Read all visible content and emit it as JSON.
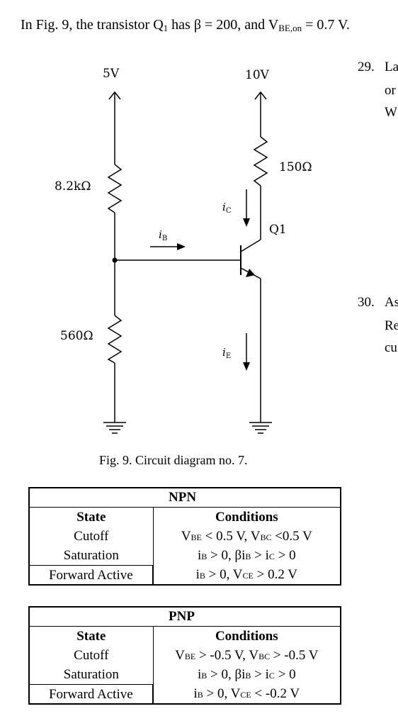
{
  "intro": {
    "text_a": "In Fig. 9, the transistor Q",
    "sub_1": "1",
    "text_b": " has β = 200, and V",
    "sub_be_on": "BE,on",
    "text_c": " = 0.7 V."
  },
  "side_items": [
    {
      "number": "29.",
      "lines": [
        "La",
        "or",
        "W"
      ]
    },
    {
      "number": "30.",
      "lines": [
        "As",
        "Re",
        "cu"
      ]
    }
  ],
  "circuit": {
    "supply_left": "5V",
    "supply_right": "10V",
    "r1": "8.2kΩ",
    "r2": "560Ω",
    "rc": "150Ω",
    "transistor": "Q1",
    "current_b": "i",
    "current_b_sub": "B",
    "current_c": "i",
    "current_c_sub": "C",
    "current_e": "i",
    "current_e_sub": "E"
  },
  "caption": "Fig. 9. Circuit diagram no. 7.",
  "tables": [
    {
      "title": "NPN",
      "head": {
        "state": "State",
        "conditions": "Conditions"
      },
      "rows": [
        {
          "state": "Cutoff",
          "conditions": "V_BE < 0.5 V, V_BC <0.5 V"
        },
        {
          "state": "Saturation",
          "conditions": "i_B > 0, βi_B > i_C > 0"
        },
        {
          "state": "Forward Active",
          "conditions": "i_B > 0, V_CE > 0.2 V"
        }
      ]
    },
    {
      "title": "PNP",
      "head": {
        "state": "State",
        "conditions": "Conditions"
      },
      "rows": [
        {
          "state": "Cutoff",
          "conditions": "V_BE > -0.5 V, V_BC > -0.5 V"
        },
        {
          "state": "Saturation",
          "conditions": "i_B > 0, βi_B > i_C > 0"
        },
        {
          "state": "Forward Active",
          "conditions": "i_B > 0, V_CE < -0.2 V"
        }
      ]
    }
  ]
}
